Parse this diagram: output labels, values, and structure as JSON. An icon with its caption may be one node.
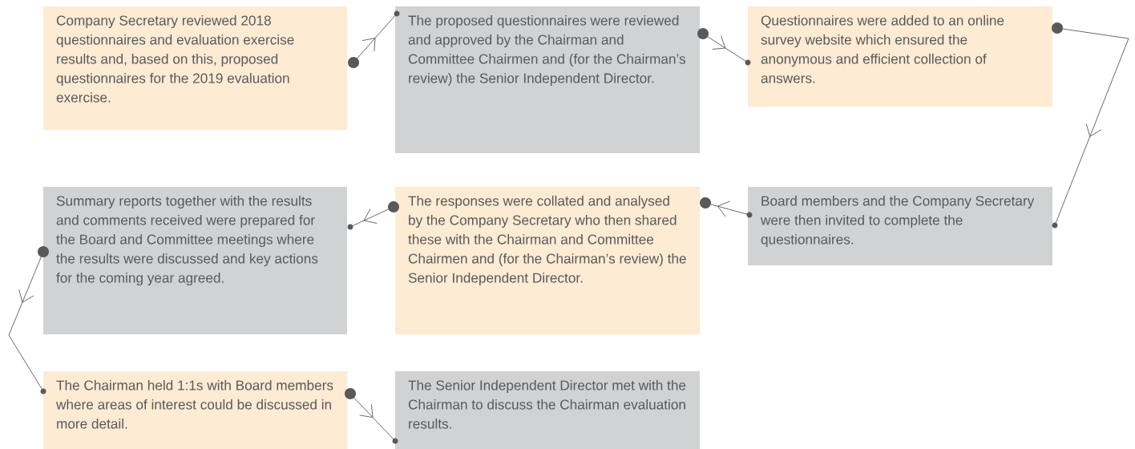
{
  "diagram": {
    "nodes": [
      {
        "text": [
          "Company Secretary reviewed 2018 questionnaires and evaluation exercise results and, based on this, proposed questionnaires for the 2019 evaluation exercise."
        ]
      },
      {
        "text": [
          "The proposed questionnaires were reviewed and approved by the Chairman and Committee Chairmen and (for the Chairman’s review) the Senior Independent Director."
        ]
      },
      {
        "text": [
          "Questionnaires were added to an online survey website which ensured the anonymous and efficient collection of answers."
        ]
      },
      {
        "text": [
          "Summary reports together with the results and comments received were prepared for the Board and Committee meetings where the results were discussed and key actions for the coming year agreed."
        ]
      },
      {
        "text": [
          "The responses were collated and analysed by the Company Secretary who then shared these with the Chairman and Committee Chairmen and (for the Chairman’s review) the Senior Independent Director."
        ]
      },
      {
        "text": [
          "Board members and the Company Secretary were then invited to complete the questionnaires."
        ]
      },
      {
        "text": [
          "The Chairman held 1:1s with Board members where areas of interest could be discussed in more detail."
        ]
      },
      {
        "text": [
          "The Senior Independent Director met with the Chairman to discuss the Chairman evaluation results."
        ]
      }
    ],
    "edges": [
      {
        "from": 0,
        "to": 1,
        "arrow": "to"
      },
      {
        "from": 1,
        "to": 2,
        "arrow": "to"
      },
      {
        "from": 2,
        "to": 5,
        "arrow": "to"
      },
      {
        "from": 5,
        "to": 4,
        "arrow": "to"
      },
      {
        "from": 4,
        "to": 3,
        "arrow": "to"
      },
      {
        "from": 3,
        "to": 6,
        "arrow": "to"
      },
      {
        "from": 6,
        "to": 7,
        "arrow": "to"
      }
    ]
  }
}
